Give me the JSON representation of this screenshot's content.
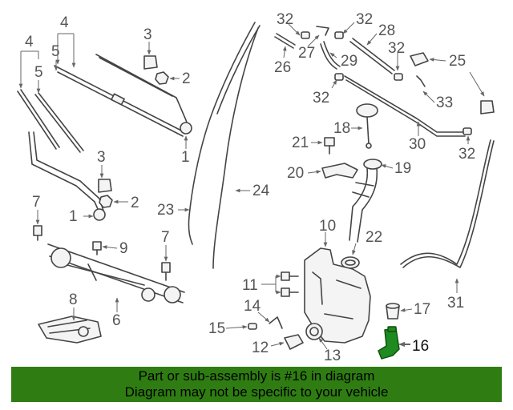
{
  "diagram": {
    "callouts": {
      "c1a": "1",
      "c1b": "1",
      "c2a": "2",
      "c2b": "2",
      "c3a": "3",
      "c3b": "3",
      "c4a": "4",
      "c4b": "4",
      "c5a": "5",
      "c5b": "5",
      "c6": "6",
      "c7a": "7",
      "c7b": "7",
      "c8": "8",
      "c9": "9",
      "c10": "10",
      "c11": "11",
      "c12": "12",
      "c13": "13",
      "c14": "14",
      "c15": "15",
      "c16": "16",
      "c17": "17",
      "c18": "18",
      "c19": "19",
      "c20": "20",
      "c21": "21",
      "c22": "22",
      "c23": "23",
      "c24": "24",
      "c25": "25",
      "c26": "26",
      "c27": "27",
      "c28": "28",
      "c29": "29",
      "c30": "30",
      "c31": "31",
      "c32a": "32",
      "c32b": "32",
      "c32c": "32",
      "c32d": "32",
      "c32e": "32",
      "c33": "33"
    },
    "highlighted_part": "16",
    "colors": {
      "highlight_part": "#1f8a1f",
      "banner_bg": "#2f7d12"
    }
  },
  "banner": {
    "line1": "Part or sub-assembly is #16 in diagram",
    "line2": "Diagram may not be specific to your vehicle"
  }
}
